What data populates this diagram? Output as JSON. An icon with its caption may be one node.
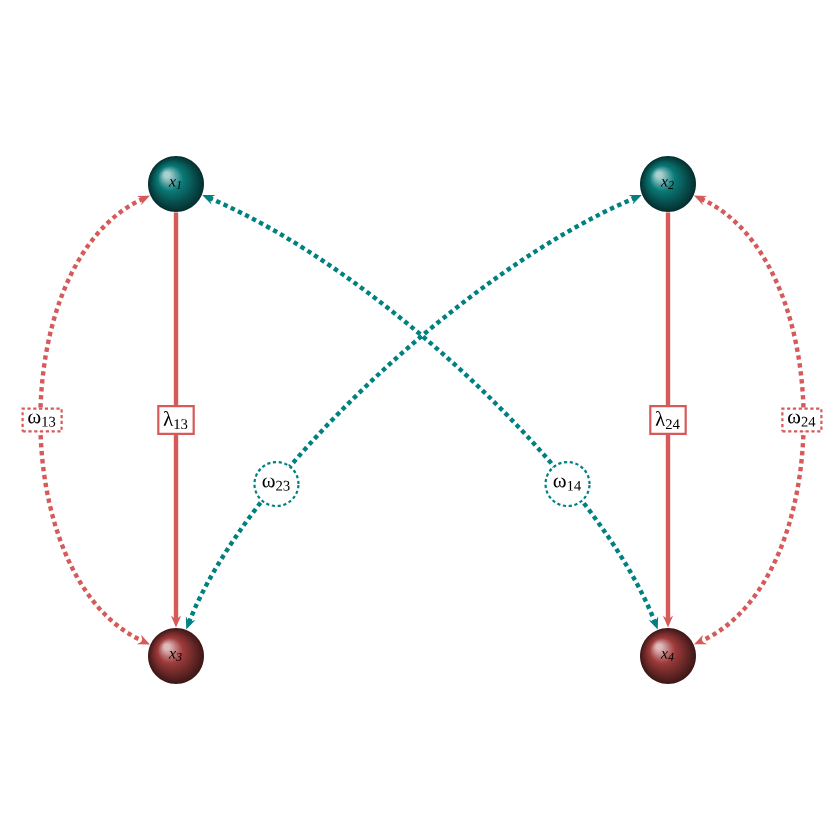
{
  "diagram": {
    "nodes": [
      {
        "text": [
          "x$_{1}$"
        ]
      },
      {
        "text": [
          "x$_{2}$"
        ]
      },
      {
        "text": [
          "x$_{3}$"
        ]
      },
      {
        "text": [
          "x$_{4}$"
        ]
      }
    ],
    "edges": [
      {
        "from": 0,
        "to": 2,
        "arrow": "to",
        "label": "λ$_{13}$"
      },
      {
        "from": 1,
        "to": 3,
        "arrow": "to",
        "label": "λ$_{24}$"
      },
      {
        "from": 0,
        "to": 2,
        "arrow": "both",
        "label": "ω$_{13}$",
        "style": "dashed"
      },
      {
        "from": 1,
        "to": 3,
        "arrow": "both",
        "label": "ω$_{24}$",
        "style": "dashed"
      },
      {
        "from": 2,
        "to": 1,
        "arrow": "both",
        "label": "ω$_{23}$",
        "style": "dashed",
        "color": "#008080"
      },
      {
        "from": 0,
        "to": 3,
        "arrow": "both",
        "label": "ω$_{14}$",
        "style": "dashed",
        "color": "#008080"
      }
    ]
  }
}
